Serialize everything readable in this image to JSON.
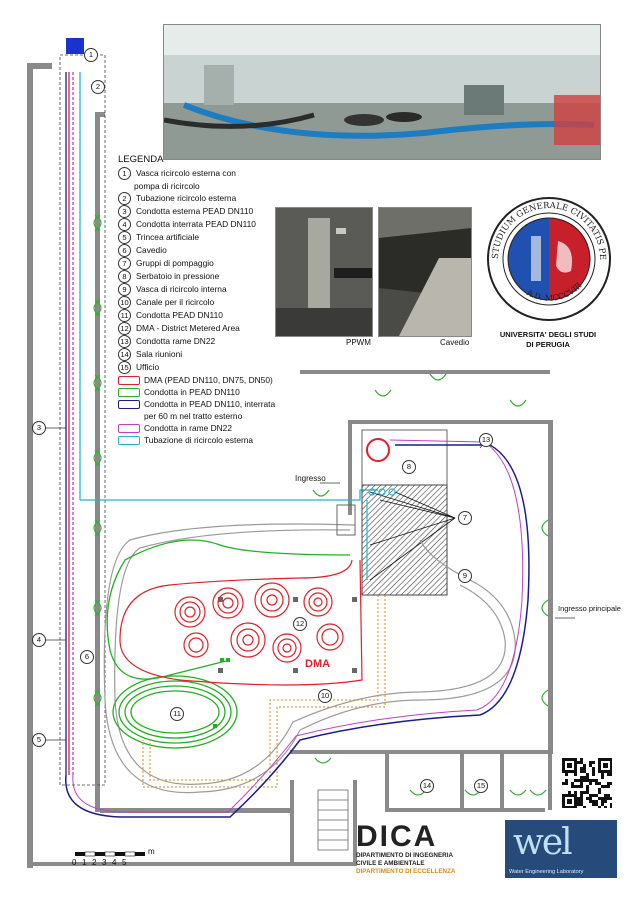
{
  "legend": {
    "title": "LEGENDA",
    "items": [
      {
        "n": "1",
        "text": "Vasca ricircolo esterna con"
      },
      {
        "n": "",
        "text": "pompa di ricircolo"
      },
      {
        "n": "2",
        "text": "Tubazione ricircolo esterna"
      },
      {
        "n": "3",
        "text": "Condotta esterna PEAD DN110"
      },
      {
        "n": "4",
        "text": "Condotta interrata PEAD DN110"
      },
      {
        "n": "5",
        "text": "Trincea artificiale"
      },
      {
        "n": "6",
        "text": "Cavedio"
      },
      {
        "n": "7",
        "text": "Gruppi di pompaggio"
      },
      {
        "n": "8",
        "text": "Serbatoio in pressione"
      },
      {
        "n": "9",
        "text": "Vasca di ricircolo interna"
      },
      {
        "n": "10",
        "text": "Canale per il ricircolo"
      },
      {
        "n": "11",
        "text": "Condotta PEAD DN110"
      },
      {
        "n": "12",
        "text": "DMA - District Metered Area"
      },
      {
        "n": "13",
        "text": "Condotta rame DN22"
      },
      {
        "n": "14",
        "text": "Sala riunioni"
      },
      {
        "n": "15",
        "text": "Ufficio"
      }
    ],
    "lines": [
      {
        "color": "#e0202a",
        "text": "DMA (PEAD DN110, DN75, DN50)"
      },
      {
        "color": "#22b022",
        "text": "Condotta in PEAD DN110"
      },
      {
        "color": "#1c1c8c",
        "text": "Condotta in PEAD DN110, interrata",
        "text2": "per 60 m nel tratto esterno"
      },
      {
        "color": "#c040c0",
        "text": "Condotta in rame DN22"
      },
      {
        "color": "#20b8d0",
        "text": "Tubazione di ricircolo esterna"
      }
    ]
  },
  "photos": {
    "ppwm_caption": "PPWM",
    "cavedio_caption": "Cavedio"
  },
  "labels": {
    "ingresso": "Ingresso",
    "ingresso_principale": "Ingresso principale",
    "dma": "DMA"
  },
  "university": {
    "seal_text": "STUDIUM GENERALE CIVITATIS PERUSII",
    "seal_date": "A.D. MCCCVIII",
    "line1": "UNIVERSITA' DEGLI STUDI",
    "line2": "DI PERUGIA"
  },
  "dica": {
    "logo": "DICA",
    "line1": "DIPARTIMENTO DI INGEGNERIA",
    "line2": "CIVILE E AMBIENTALE",
    "line3": "DIPARTIMENTO DI ECCELLENZA"
  },
  "wel": {
    "logo": "wel",
    "subtitle": "Water Engineering Laboratory"
  },
  "scale": {
    "ticks": [
      "0",
      "1",
      "2",
      "3",
      "4",
      "5"
    ],
    "unit": "m"
  },
  "callouts": [
    "1",
    "2",
    "3",
    "4",
    "5",
    "6",
    "7",
    "8",
    "9",
    "10",
    "11",
    "12",
    "13",
    "14",
    "15"
  ],
  "colors": {
    "dma": "#e0202a",
    "pead": "#22b022",
    "interrata": "#1c1c8c",
    "rame": "#c040c0",
    "ricircolo": "#20b8d0",
    "wall": "#8a8a8a",
    "door": "#3aaa3a"
  }
}
